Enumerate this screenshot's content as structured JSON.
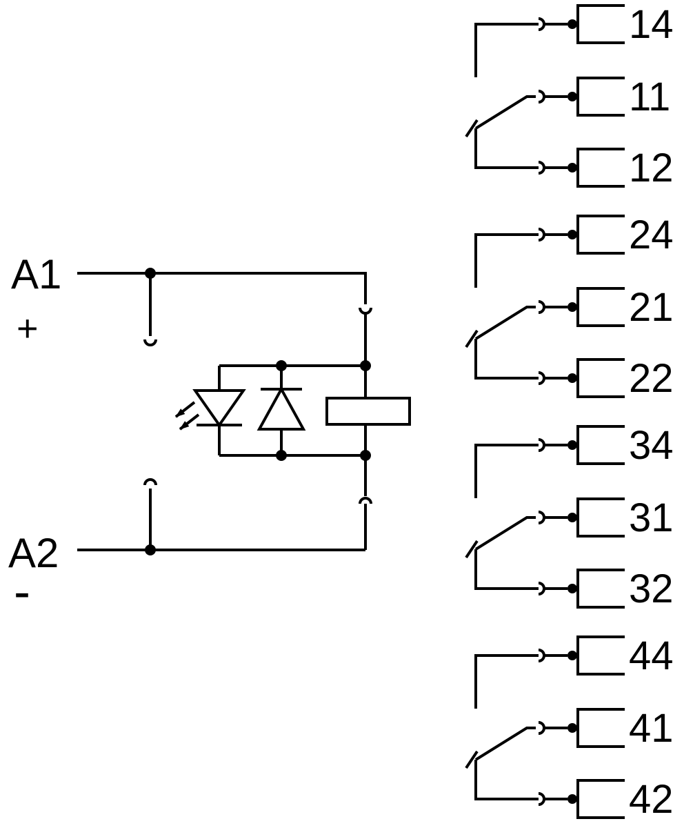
{
  "diagram": {
    "coil_input": {
      "top_label": "A1",
      "top_polarity": "+",
      "bottom_label": "A2",
      "bottom_polarity": "-"
    },
    "contact_groups": [
      {
        "no_terminal": "14",
        "common_terminal": "11",
        "nc_terminal": "12"
      },
      {
        "no_terminal": "24",
        "common_terminal": "21",
        "nc_terminal": "22"
      },
      {
        "no_terminal": "34",
        "common_terminal": "31",
        "nc_terminal": "32"
      },
      {
        "no_terminal": "44",
        "common_terminal": "41",
        "nc_terminal": "42"
      }
    ],
    "colors": {
      "line": "#000000",
      "background": "#ffffff"
    }
  }
}
